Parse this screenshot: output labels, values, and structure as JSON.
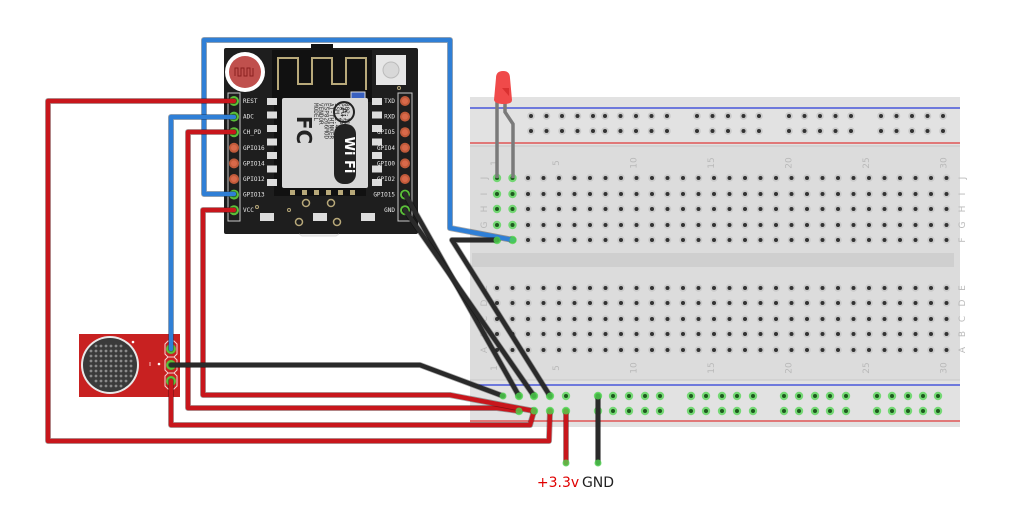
{
  "diagram": {
    "type": "breadboard-wiring",
    "components": {
      "esp_module": {
        "name": "ESP-12F WiFi board",
        "chip_text": [
          "MODEL",
          "VENDOR",
          "ESP8266MOD",
          "AI-THINKER",
          "ISM 2.4GHz",
          "PA +25dBm",
          "802.11b/g/n"
        ],
        "logo_fc": "FC",
        "logo_ai": "Ai",
        "logo_wifi": "Wi Fi",
        "left_pins": [
          "REST",
          "ADC",
          "CH_PD",
          "GPIO16",
          "GPIO14",
          "GPIO12",
          "GPIO13",
          "VCC"
        ],
        "right_pins": [
          "TXD",
          "RXD",
          "GPIO5",
          "GPIO4",
          "GPIO0",
          "GPIO2",
          "GPIO15",
          "GND"
        ],
        "connected_left": [
          "REST",
          "ADC",
          "CH_PD",
          "GPIO13",
          "VCC"
        ],
        "connected_right": [
          "GPIO15",
          "GND"
        ]
      },
      "microphone": {
        "name": "Microphone breakout",
        "pins": 3
      },
      "led": {
        "name": "Red LED",
        "color": "#e8262b"
      },
      "breadboard": {
        "columns": 30,
        "column_labels": [
          "1",
          "5",
          "10",
          "15",
          "20",
          "25",
          "30"
        ],
        "top_rows": [
          "J",
          "I",
          "H",
          "G",
          "F"
        ],
        "bottom_rows": [
          "E",
          "D",
          "C",
          "B",
          "A"
        ]
      }
    },
    "supply_labels": {
      "vcc": "+3.3v",
      "gnd": "GND"
    },
    "colors": {
      "wire_red": "#c8161c",
      "wire_blue": "#2f7fd6",
      "wire_black": "#2a2a2a",
      "board_black": "#1e1e1e",
      "breadboard": "#dcdcdc",
      "rail_blue": "#2a3bd8",
      "rail_red": "#e03a3a",
      "connected_green": "#4fd44f",
      "supply_red": "#e00000"
    }
  }
}
